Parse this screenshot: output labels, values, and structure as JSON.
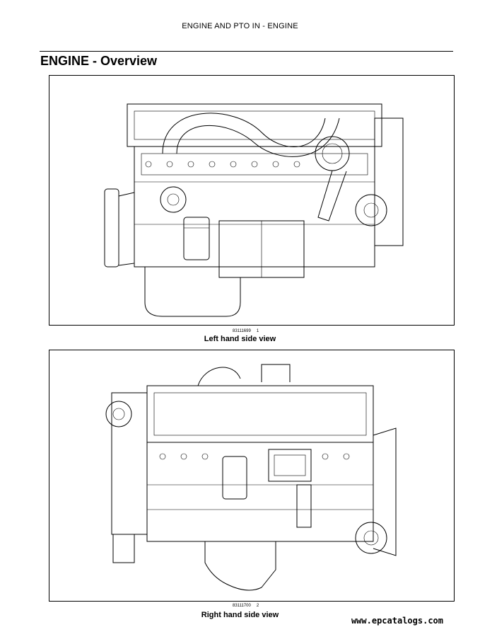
{
  "page": {
    "header": "ENGINE AND PTO IN - ENGINE",
    "title": "ENGINE - Overview"
  },
  "figures": [
    {
      "ref_code": "83111699",
      "number": "1",
      "caption": "Left hand side view"
    },
    {
      "ref_code": "83111700",
      "number": "2",
      "caption": "Right hand side view"
    }
  ],
  "watermark": "www.epcatalogs.com"
}
